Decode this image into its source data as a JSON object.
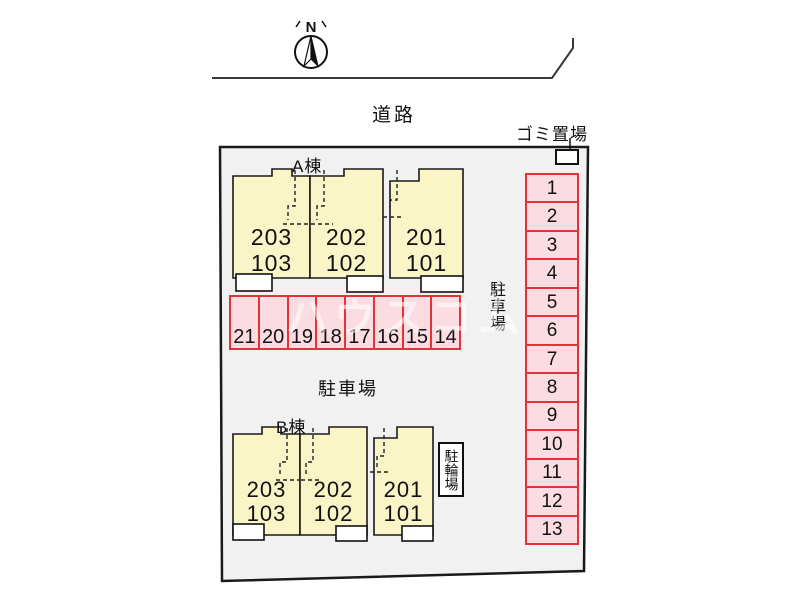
{
  "diagram_type": "apartment-site-plan",
  "compass": {
    "north_label": "N"
  },
  "road_label": "道路",
  "garbage_label": "ゴミ置場",
  "parking_area_label": "駐車場",
  "parking_side_label": "駐車場",
  "bicycle_label": "駐輪場",
  "watermark": "ハウスコム",
  "buildings": {
    "a": {
      "name": "A棟",
      "units": [
        {
          "upper": "203",
          "lower": "103"
        },
        {
          "upper": "202",
          "lower": "102"
        },
        {
          "upper": "201",
          "lower": "101"
        }
      ]
    },
    "b": {
      "name": "B棟",
      "units": [
        {
          "upper": "203",
          "lower": "103"
        },
        {
          "upper": "202",
          "lower": "102"
        },
        {
          "upper": "201",
          "lower": "101"
        }
      ]
    }
  },
  "parking_row": {
    "spaces": [
      "21",
      "20",
      "19",
      "18",
      "17",
      "16",
      "15",
      "14"
    ]
  },
  "parking_column": {
    "spaces": [
      "1",
      "2",
      "3",
      "4",
      "5",
      "6",
      "7",
      "8",
      "9",
      "10",
      "11",
      "12",
      "13"
    ]
  },
  "colors": {
    "site_fill": "#f1f1f1",
    "building_fill": "#faf5c6",
    "parking_fill": "#fbdce2",
    "parking_border": "#e23438",
    "line": "#1a1a1a"
  }
}
